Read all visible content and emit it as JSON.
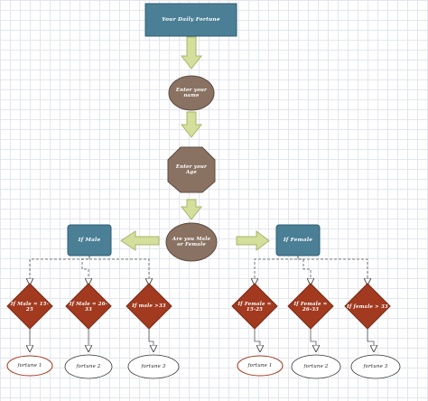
{
  "nodes": {
    "title": "Your Daily Fortune",
    "enter_name": "Enter your name",
    "enter_age": "Enter your Age",
    "male_female_question": "Are you Male or Female",
    "if_male": "If Male",
    "if_female": "If Female",
    "male_15_25": "If Male = 15-25",
    "male_26_33": "If Male = 26-33",
    "male_over_33": "If male >33",
    "female_15_25": "If Female = 15-25",
    "female_26_33": "If Female = 26-33",
    "female_over_33": "If female > 33",
    "m_fortune_1": "fortune 1",
    "m_fortune_2": "fortune 2",
    "m_fortune_3": "fortune 3",
    "f_fortune_1": "fortune 1",
    "f_fortune_2": "fortune 2",
    "f_fortune_3": "fortune 3"
  },
  "colors": {
    "rect_fill": "#4a7f95",
    "rect_stroke": "#2f5f73",
    "oval_fill": "#8a7263",
    "diamond_fill": "#a23a20",
    "arrow_fill": "#d3df9b",
    "arrow_stroke": "#a8b46a",
    "fortune1_stroke": "#a23a20",
    "connector": "#555555"
  }
}
